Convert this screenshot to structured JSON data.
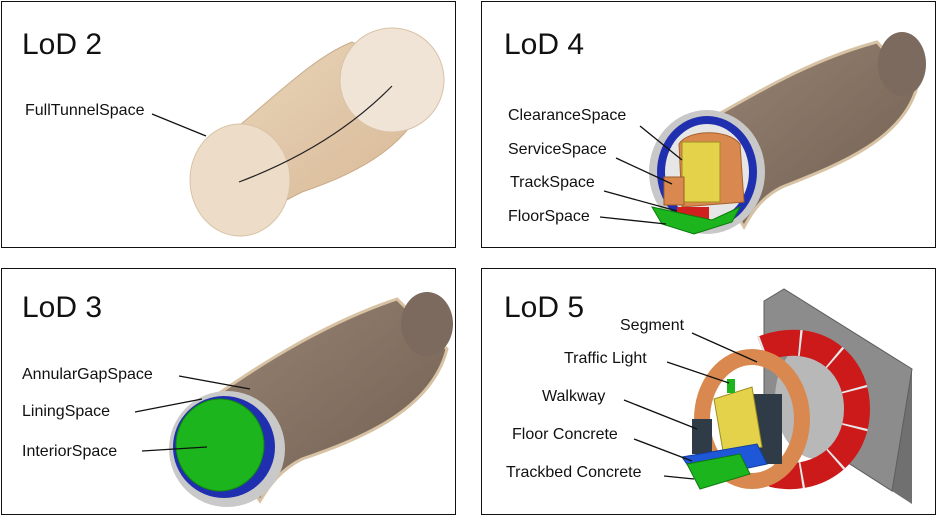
{
  "panels": {
    "lod2": {
      "title": "LoD 2",
      "labels": [
        "FullTunnelSpace"
      ]
    },
    "lod4": {
      "title": "LoD 4",
      "labels": [
        "ClearanceSpace",
        "ServiceSpace",
        "TrackSpace",
        "FloorSpace"
      ]
    },
    "lod3": {
      "title": "LoD 3",
      "labels": [
        "AnnularGapSpace",
        "LiningSpace",
        "InteriorSpace"
      ]
    },
    "lod5": {
      "title": "LoD 5",
      "labels": [
        "Segment",
        "Traffic Light",
        "Walkway",
        "Floor Concrete",
        "Trackbed Concrete"
      ]
    }
  },
  "colors": {
    "tunnel_tan": "#e3c9a8",
    "tunnel_dark": "#7d6a5a",
    "lining_blue": "#1f2fb0",
    "interior_green": "#1db51d",
    "clearance_yellow": "#e4d24a",
    "service_orange": "#d9894f",
    "track_red": "#d01f1f",
    "segment_red": "#cc1a1a",
    "wall_grey": "#8c8c8c"
  }
}
